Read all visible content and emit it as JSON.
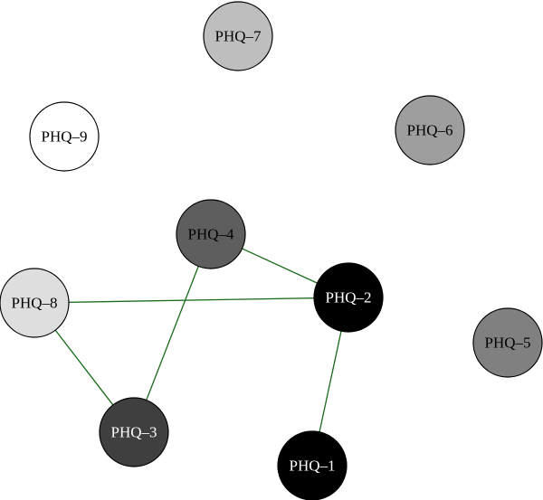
{
  "network": {
    "nodes": [
      {
        "id": "PHQ-1",
        "label": "PHQ–1",
        "fill": "#000000",
        "text_color": "#ffffff"
      },
      {
        "id": "PHQ-2",
        "label": "PHQ–2",
        "fill": "#000000",
        "text_color": "#ffffff"
      },
      {
        "id": "PHQ-3",
        "label": "PHQ–3",
        "fill": "#3f3f3f",
        "text_color": "#ffffff"
      },
      {
        "id": "PHQ-4",
        "label": "PHQ–4",
        "fill": "#5e5e5e",
        "text_color": "#000000"
      },
      {
        "id": "PHQ-5",
        "label": "PHQ–5",
        "fill": "#808080",
        "text_color": "#000000"
      },
      {
        "id": "PHQ-6",
        "label": "PHQ–6",
        "fill": "#9e9e9e",
        "text_color": "#000000"
      },
      {
        "id": "PHQ-7",
        "label": "PHQ–7",
        "fill": "#bebebe",
        "text_color": "#000000"
      },
      {
        "id": "PHQ-8",
        "label": "PHQ–8",
        "fill": "#dedede",
        "text_color": "#000000"
      },
      {
        "id": "PHQ-9",
        "label": "PHQ–9",
        "fill": "#ffffff",
        "text_color": "#000000"
      }
    ],
    "edges": [
      {
        "from": "PHQ-4",
        "to": "PHQ-2"
      },
      {
        "from": "PHQ-8",
        "to": "PHQ-2"
      },
      {
        "from": "PHQ-4",
        "to": "PHQ-3"
      },
      {
        "from": "PHQ-8",
        "to": "PHQ-3"
      },
      {
        "from": "PHQ-2",
        "to": "PHQ-1"
      }
    ],
    "edge_color": "#1a6b1a",
    "node_stroke": "#000000"
  }
}
